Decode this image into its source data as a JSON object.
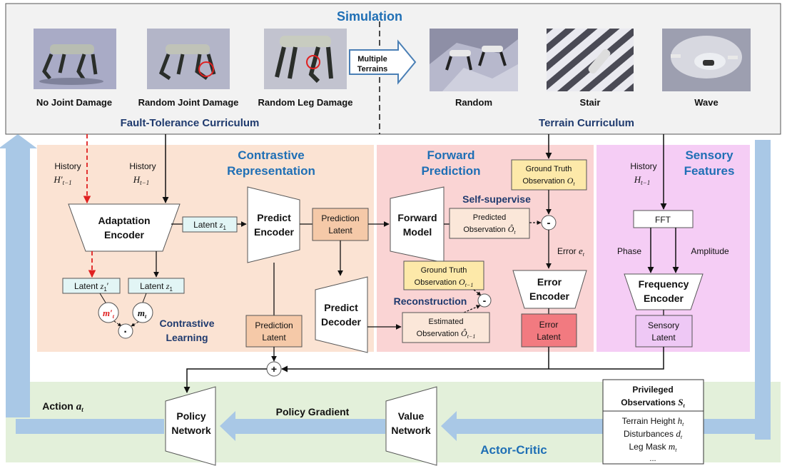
{
  "sim": {
    "title": "Simulation",
    "fault_curriculum": "Fault-Tolerance Curriculum",
    "terrain_curriculum": "Terrain Curriculum",
    "images": [
      "No Joint Damage",
      "Random Joint Damage",
      "Random Leg Damage",
      "Random",
      "Stair",
      "Wave"
    ],
    "multiple_terrains": [
      "Multiple",
      "Terrains"
    ]
  },
  "sections": {
    "contrastive": [
      "Contrastive",
      "Representation"
    ],
    "forward": [
      "Forward",
      "Prediction"
    ],
    "sensory": [
      "Sensory",
      "Features"
    ],
    "actor_critic": "Actor-Critic"
  },
  "labels": {
    "history": "History",
    "history_prime": "H′",
    "history_h": "H",
    "history_sub": "t−1",
    "adaptation_encoder": [
      "Adaptation",
      "Encoder"
    ],
    "latent_z1": "Latent",
    "z1": "z",
    "z1_sub": "1",
    "latent_z1_prime": "Latent",
    "z1_prime": "z",
    "z1_prime_sub": "1",
    "z1_prime_mark": "′",
    "m_prime": "m′",
    "m_t": "m",
    "t_sub": "t",
    "dot": "·",
    "contrastive_learning": [
      "Contrastive",
      "Learning"
    ],
    "predict_encoder": [
      "Predict",
      "Encoder"
    ],
    "prediction_latent": [
      "Prediction",
      "Latent"
    ],
    "predict_decoder": [
      "Predict",
      "Decoder"
    ],
    "forward_model": [
      "Forward",
      "Model"
    ],
    "predicted_obs": [
      "Predicted",
      "Observation"
    ],
    "o_hat": "Ô",
    "self_supervise": "Self-supervise",
    "ground_truth": [
      "Ground Truth",
      "Observation"
    ],
    "o_t": "O",
    "minus": "-",
    "error_et": "Error",
    "e_t": "e",
    "error_encoder": [
      "Error",
      "Encoder"
    ],
    "error_latent": [
      "Error",
      "Latent"
    ],
    "reconstruction": "Reconstruction",
    "estimated_obs": [
      "Estimated",
      "Observation"
    ],
    "fft": "FFT",
    "phase": "Phase",
    "amplitude": "Amplitude",
    "frequency_encoder": [
      "Frequency",
      "Encoder"
    ],
    "sensory_latent": [
      "Sensory",
      "Latent"
    ],
    "plus": "+",
    "action": "Action",
    "a_t": "a",
    "policy_network": [
      "Policy",
      "Network"
    ],
    "policy_gradient": "Policy Gradient",
    "value_network": [
      "Value",
      "Network"
    ],
    "privileged": [
      "Privileged",
      "Observations"
    ],
    "s_t": "S",
    "priv_items": [
      "Terrain Height",
      "Disturbances",
      "Leg Mask",
      "..."
    ],
    "priv_vars": [
      "h",
      "d",
      "m"
    ]
  },
  "colors": {
    "sim_bg": "#f2f2f2",
    "contrastive_bg": "#fbe3d3",
    "forward_bg": "#fad4d4",
    "sensory_bg": "#f5cdf5",
    "actor_bg": "#e3f0da",
    "arrow_blue": "#a9c8e6",
    "title_blue": "#1f6fb5",
    "navy": "#1f3a6e",
    "latent_cyan": "#e2f5f5",
    "pred_latent": "#f5c9a8",
    "gt_yellow": "#fde9a9",
    "pred_obs": "#fbe7d9",
    "error_latent": "#f27a80",
    "sensory_latent": "#eec8f5",
    "red": "#e02020"
  }
}
